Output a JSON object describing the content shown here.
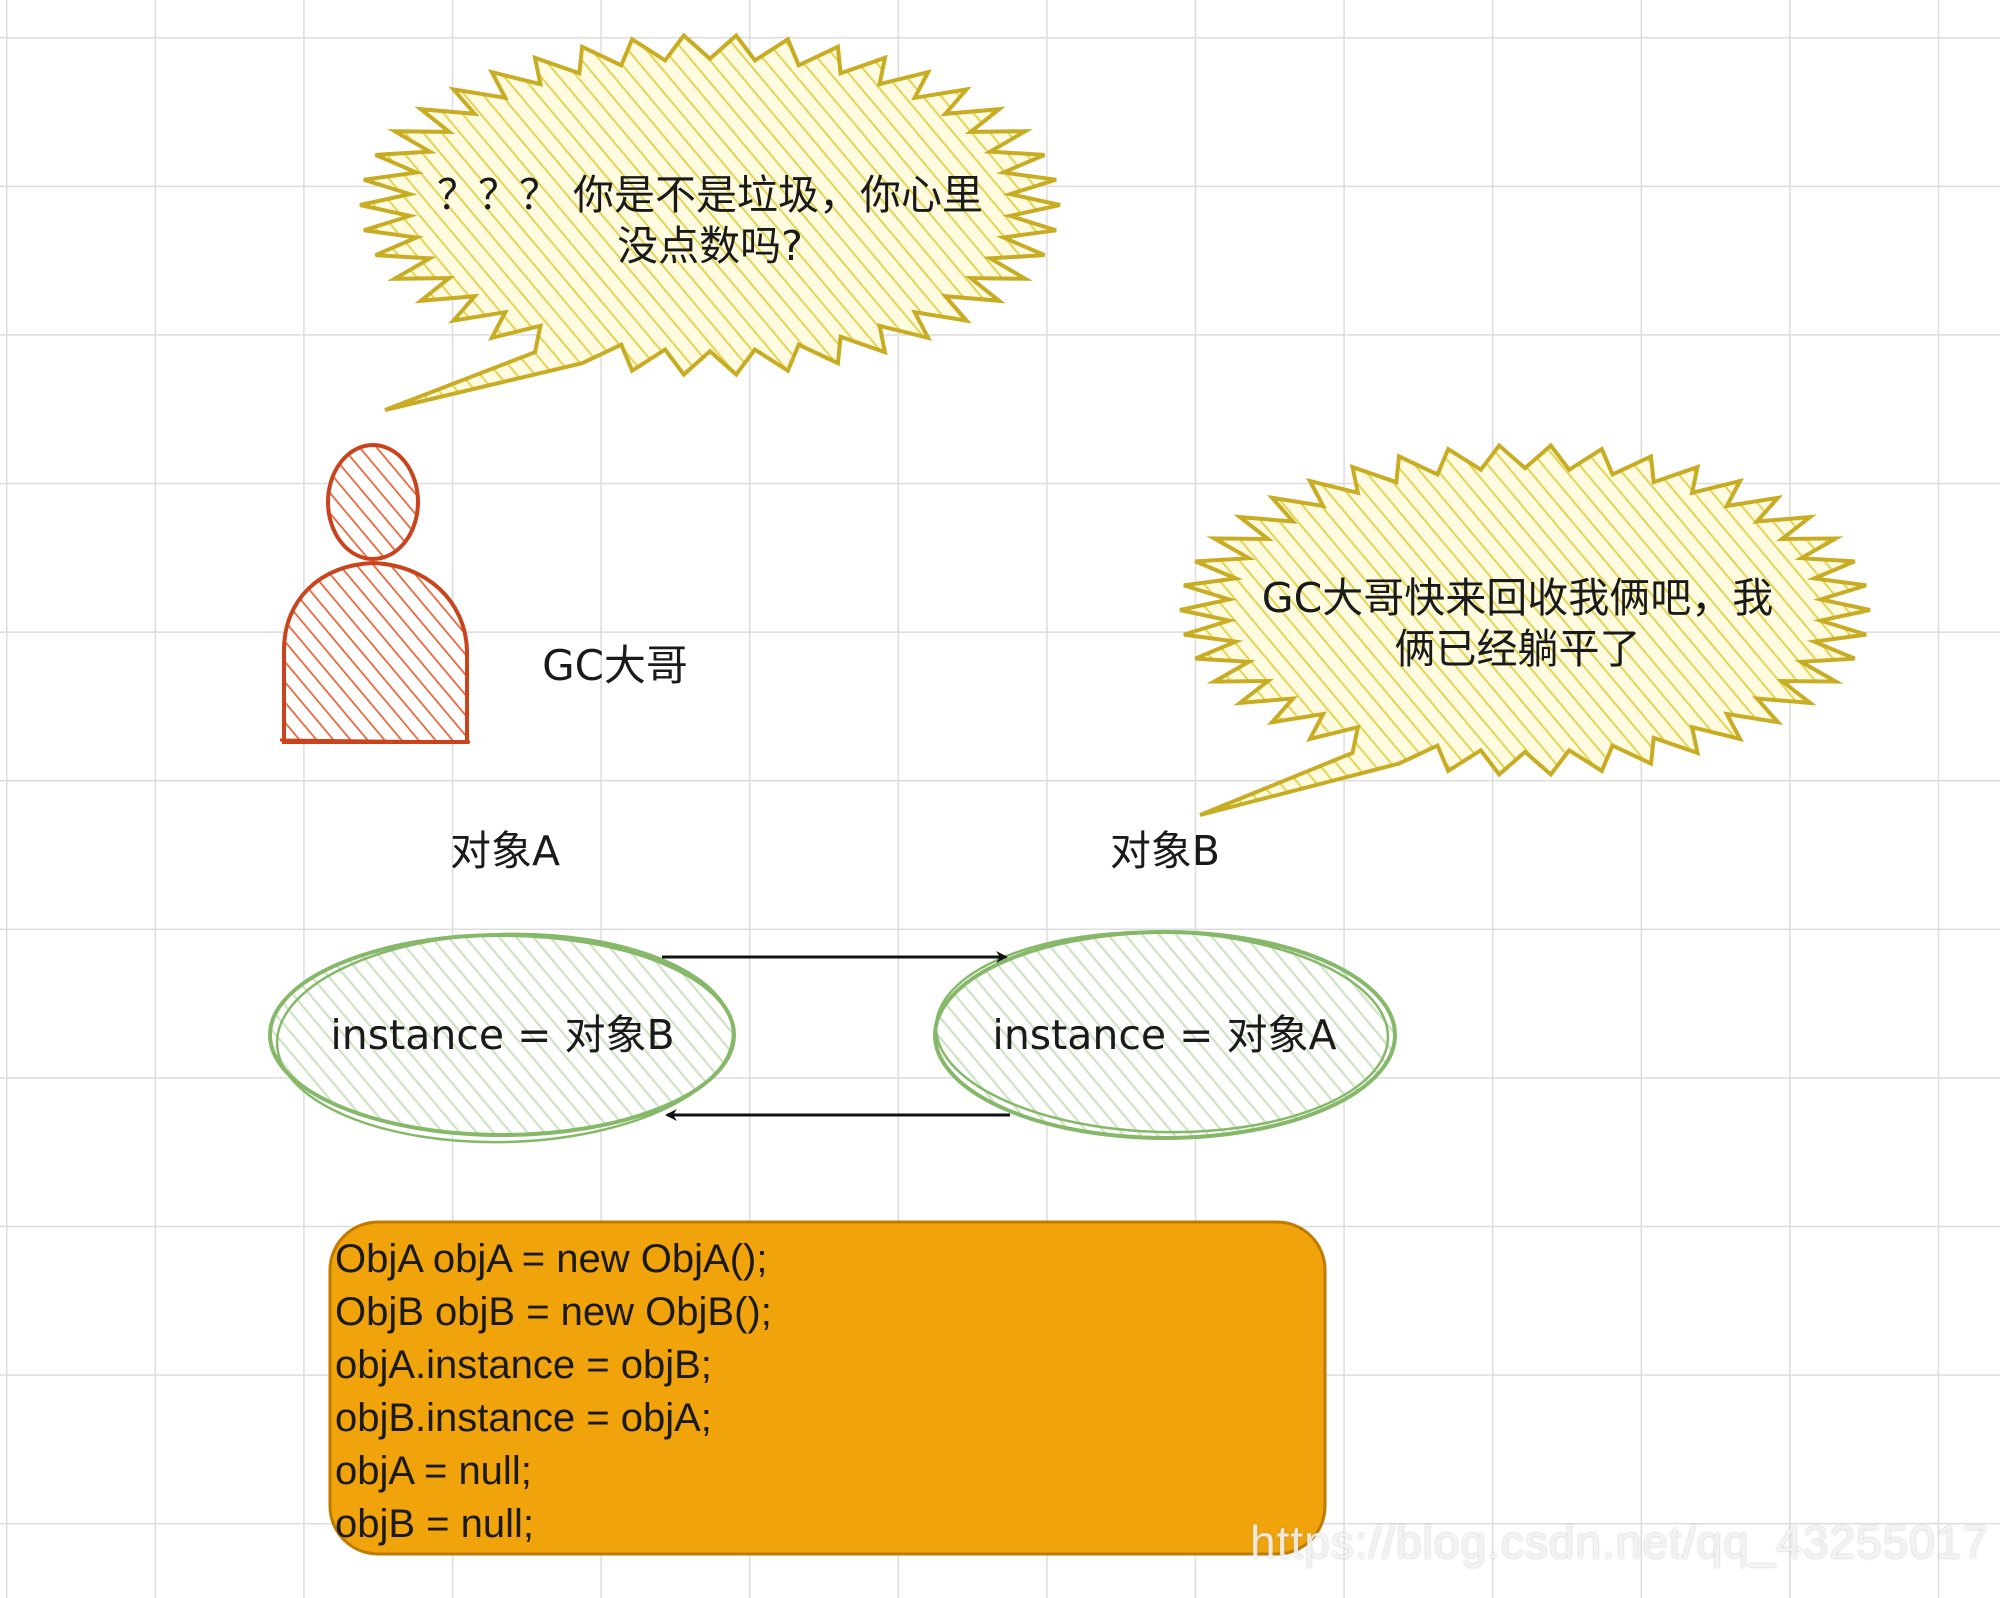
{
  "bubble_top": {
    "line1": "？？？ 你是不是垃圾，你心里",
    "line2": "没点数吗?"
  },
  "gc_label": "GC大哥",
  "bubble_right": {
    "line1": "GC大哥快来回收我俩吧，我",
    "line2": "俩已经躺平了"
  },
  "object_a": {
    "title": "对象A",
    "content": "instance = 对象B"
  },
  "object_b": {
    "title": "对象B",
    "content": "instance = 对象A"
  },
  "code_lines": [
    "ObjA objA = new ObjA();",
    "ObjB objB = new ObjB();",
    "objA.instance = objB;",
    "objB.instance = objA;",
    "objA = null;",
    "objB = null;"
  ],
  "watermark": "https://blog.csdn.net/qq_43255017",
  "colors": {
    "bubble_fill": "#fff2a8",
    "bubble_stroke": "#c8b02a",
    "person_fill": "#f5b08a",
    "person_stroke": "#d0461e",
    "ellipse_fill": "#e6f2e0",
    "ellipse_stroke": "#82b366",
    "code_fill": "#f0a30a",
    "code_stroke": "#c27f00"
  }
}
